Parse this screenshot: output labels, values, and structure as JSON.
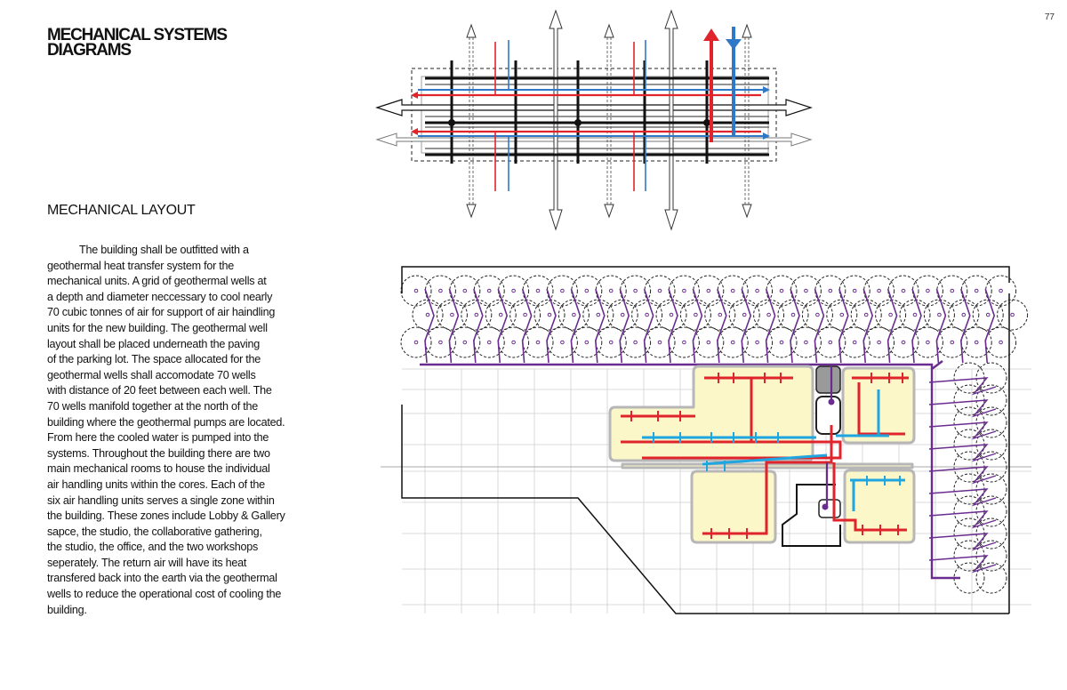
{
  "page": {
    "number": "77",
    "title_lines": [
      "MECHANICAL SYSTEMS",
      "DIAGRAMS"
    ],
    "section_heading": "MECHANICAL LAYOUT",
    "body_lines": [
      "The building shall be outfitted with a",
      "geothermal heat transfer system for the",
      "mechanical units. A grid of geothermal wells at",
      "a depth and diameter neccessary to cool nearly",
      "70 cubic tonnes of air for support of air haindling",
      "units for the new building. The geothermal well",
      "layout shall be placed underneath the paving",
      "of the parking lot. The space allocated for the",
      "geothermal wells shall accomodate 70 wells",
      "with distance of 20 feet between each well.  The",
      "70 wells manifold together at the north of the",
      "building where the geothermal pumps are located.",
      "From here the cooled water is pumped into the",
      "systems. Throughout the building there are two",
      "main mechanical rooms to house the individual",
      "air handling units within the cores. Each of the",
      "six air handling units serves a single zone within",
      "the building. These zones include Lobby & Gallery",
      "sapce, the studio, the collaborative gathering,",
      "the studio, the office, and the two workshops",
      "seperately. The return air will have its heat",
      "transfered back into the earth via the geothermal",
      "wells to reduce the operational cost of cooling the",
      "building."
    ]
  },
  "colors": {
    "supply_red": "#e0242b",
    "return_blue": "#2f78c8",
    "chilled_cyan": "#1fa6e0",
    "geothermal_purple": "#6a2d8f",
    "zone_fill": "#fbf7c8",
    "zone_outline": "#b7b7b7",
    "core_fill": "#9a9a9a",
    "structure_black": "#111111"
  },
  "diagrams": [
    {
      "icon": "mechanical-systems-axial-diagram"
    },
    {
      "icon": "geothermal-well-plan-diagram"
    }
  ]
}
